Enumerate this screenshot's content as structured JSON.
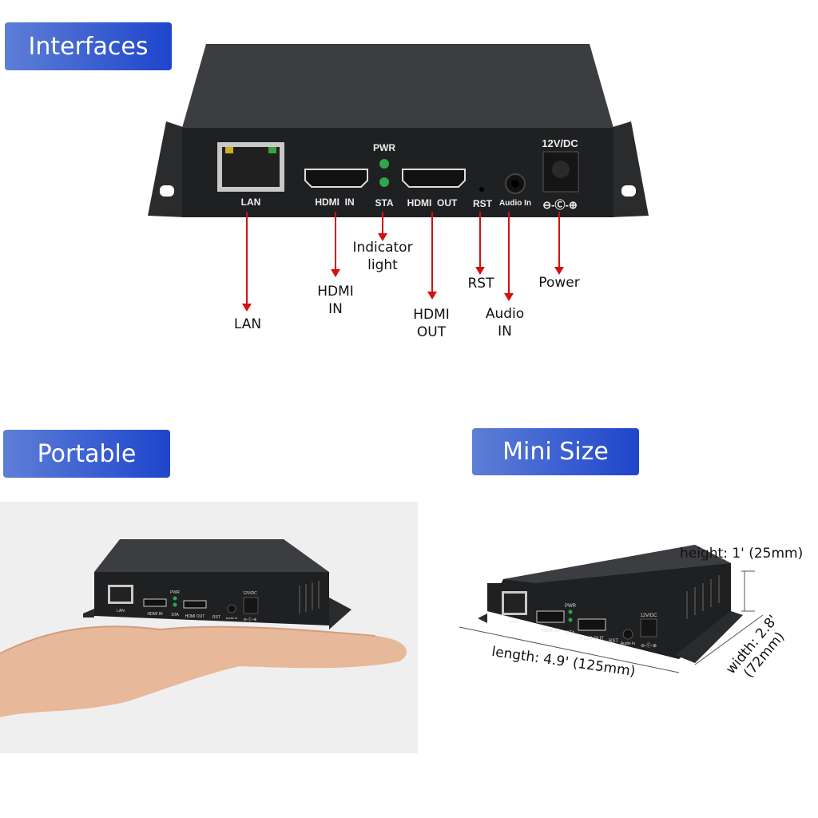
{
  "badges": {
    "interfaces": "Interfaces",
    "portable": "Portable",
    "mini_size": "Mini Size"
  },
  "panel": {
    "lan": "LAN",
    "hdmi_in": "HDMI  IN",
    "pwr": "PWR",
    "sta": "STA",
    "hdmi_out": "HDMI  OUT",
    "rst": "RST",
    "audio_in": "Audio In",
    "power_rating": "12V/DC",
    "polarity": "⊖-Ⓒ-⊕"
  },
  "callouts": {
    "lan": "LAN",
    "hdmi_in": [
      "HDMI",
      "IN"
    ],
    "indicator": [
      "Indicator",
      "light"
    ],
    "hdmi_out": [
      "HDMI",
      "OUT"
    ],
    "rst": "RST",
    "audio_in": [
      "Audio",
      "IN"
    ],
    "power": "Power"
  },
  "dimensions": {
    "height": "height: 1'  (25mm)",
    "length": "length: 4.9' (125mm)",
    "width": [
      "width: 2.8'",
      "(72mm)"
    ]
  },
  "colors": {
    "arrow": "#d41010",
    "badge_start": "#5e7fd6",
    "badge_end": "#1e45cc",
    "device": "#1f2022"
  }
}
